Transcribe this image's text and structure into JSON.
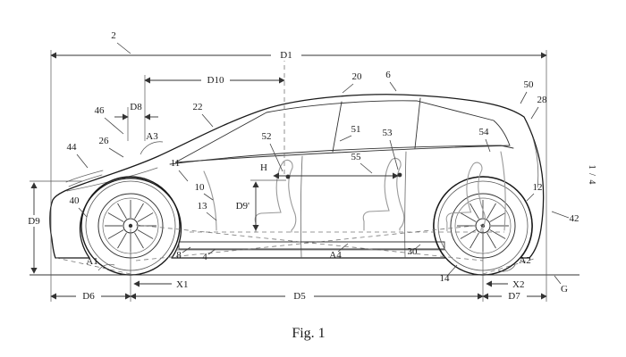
{
  "figure": {
    "caption": "Fig. 1",
    "sheet_marker": "1 / 4"
  },
  "dimensions": {
    "d1": "D1",
    "d10": "D10",
    "d8": "D8",
    "d9": "D9",
    "d9_prime": "D9'",
    "d5": "D5",
    "d6": "D6",
    "d7": "D7",
    "x1": "X1",
    "x2": "X2",
    "h": "H",
    "g": "G",
    "a1": "A1",
    "a2": "A2",
    "a3": "A3",
    "a4": "A4"
  },
  "refs": {
    "r2": "2",
    "r4": "4",
    "r6": "6",
    "r8": "8",
    "r10": "10",
    "r11": "11",
    "r12": "12",
    "r13": "13",
    "r14": "14",
    "r20": "20",
    "r22": "22",
    "r26": "26",
    "r28": "28",
    "r30": "30",
    "r40": "40",
    "r42": "42",
    "r44": "44",
    "r46": "46",
    "r50": "50",
    "r51": "51",
    "r52": "52",
    "r53": "53",
    "r54": "54",
    "r55": "55"
  }
}
